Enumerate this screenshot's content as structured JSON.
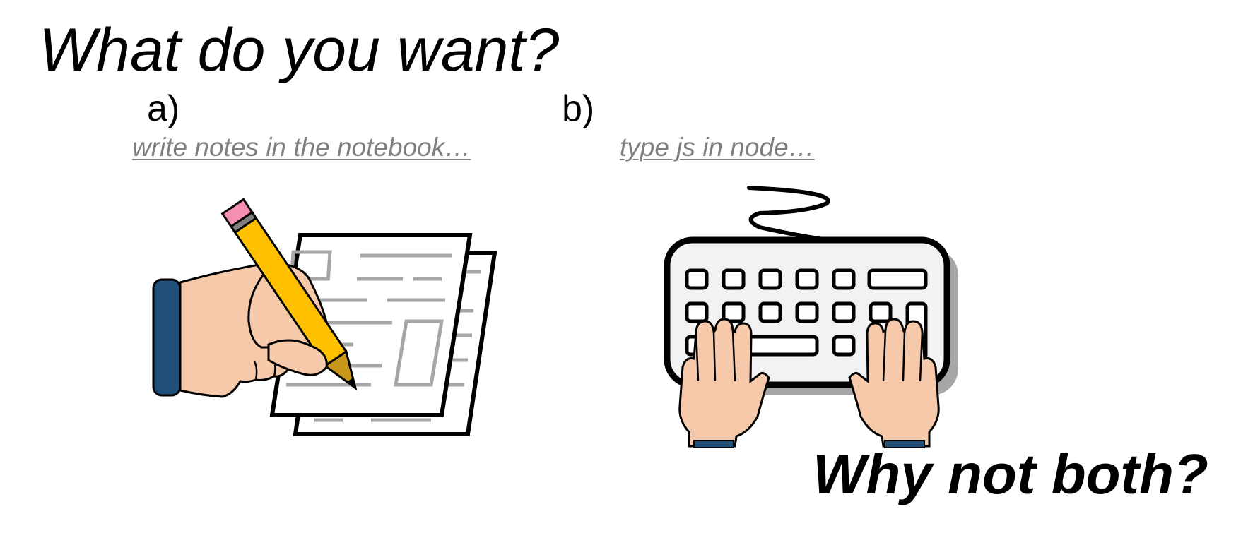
{
  "heading": "What do you want?",
  "options": [
    {
      "marker": "a)",
      "text": "write notes in the notebook…",
      "illustration": "hand-writing-notes-icon"
    },
    {
      "marker": "b)",
      "text": "type js in node…",
      "illustration": "hands-typing-keyboard-icon"
    }
  ],
  "closing": "Why not both?",
  "colors": {
    "text": "#000000",
    "link": "#7f7f7f",
    "skin": "#f6c9aa",
    "sleeve": "#1f4e79",
    "pencil": "#ffc000",
    "eraser": "#f48fb1",
    "paper_lines": "#a6a6a6",
    "keyboard_body": "#f2f2f2"
  }
}
